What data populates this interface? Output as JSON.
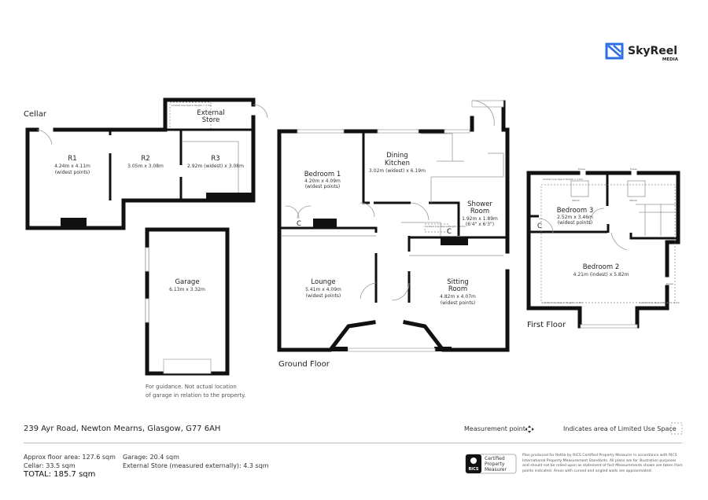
{
  "brand": {
    "name": "SkyReel",
    "sub": "MEDIA",
    "color": "#2d6fe0"
  },
  "cellar": {
    "label": "Cellar",
    "rooms": [
      {
        "name": "R1",
        "dims": "4.24m x 4.11m",
        "note": "(widest points)"
      },
      {
        "name": "R2",
        "dims": "3.05m x 3.08m"
      },
      {
        "name": "R3",
        "dims": "2.92m (widest) x 3.08m"
      }
    ],
    "external_store": {
      "line1": "External",
      "line2": "Store",
      "limited": "Limited Use Space Height < 1.5m"
    }
  },
  "garage": {
    "name": "Garage",
    "dims": "6.13m x 3.32m",
    "note": [
      "For guidance. Not actual location",
      "of garage in relation to the property."
    ]
  },
  "ground_floor": {
    "label": "Ground Floor",
    "bedroom1": {
      "name": "Bedroom 1",
      "dims": "4.20m x 4.09m",
      "note": "(widest points)"
    },
    "kitchen": {
      "line1": "Dining",
      "line2": "Kitchen",
      "dims": "3.02m (widest) x 6.19m"
    },
    "shower": {
      "line1": "Shower",
      "line2": "Room",
      "dims": "1.92m x 1.89m",
      "imperial": "(6'4\" x 6'3\")"
    },
    "lounge": {
      "name": "Lounge",
      "dims": "5.41m x 4.09m",
      "note": "(widest points)"
    },
    "sitting": {
      "line1": "Sitting",
      "line2": "Room",
      "dims": "4.82m x 4.07m",
      "note": "(widest points)"
    },
    "cupboard": "C",
    "limited": "Limited Use Space Height < 1.5m"
  },
  "first_floor": {
    "label": "First Floor",
    "bedroom3": {
      "name": "Bedroom 3",
      "dims": "2.52m x 3.46m",
      "note": "(widest points)"
    },
    "bedroom2": {
      "name": "Bedroom 2",
      "dims": "4.21m (indest) x 5.82m"
    },
    "cupboard": "C",
    "velux": "VELUX",
    "eaves": "Eaves",
    "limited": "Limited Use Space Height < 1.5m"
  },
  "footer": {
    "address": "239 Ayr Road, Newton Mearns, Glasgow, G77 6AH",
    "floor_area": "Approx floor area: 127.6 sqm",
    "cellar_area": "Cellar: 33.5 sqm",
    "total": "TOTAL: 185.7 sqm",
    "garage_area": "Garage: 20.4 sqm",
    "store_area": "External Store (measured externally): 4.3 sqm",
    "legend_measure": "Measurement point",
    "legend_limited": "Indicates area of  Limited Use Space",
    "rics_badge": [
      "Certified",
      "Property",
      "Measurer"
    ],
    "rics_logo": "RICS",
    "disclaimer": "Plan produced for Rettie by RICS Certified Property Measurer in accordance with RICS International Property Measurement Standards. All plans are for illustration purposes and should not be relied upon as statement of fact Measurements shown are taken from points indicated. Areas with curved and angled walls are approximated."
  }
}
